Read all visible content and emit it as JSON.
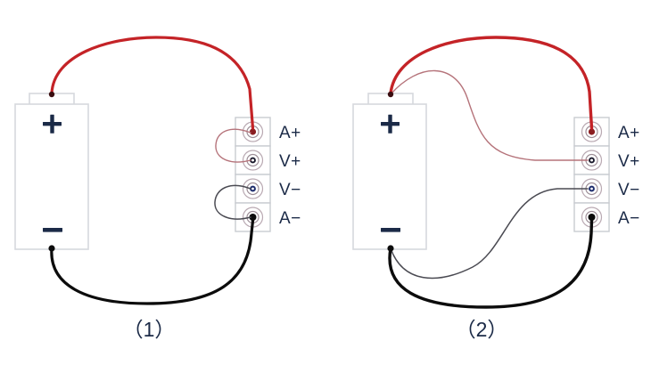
{
  "figure": {
    "title": "Battery to 4-terminal block wiring diagrams",
    "background_color": "#ffffff",
    "colors": {
      "wire_red_thick": "#c42327",
      "wire_red_thin": "#b5737a",
      "wire_black_thick": "#0c0c0c",
      "wire_black_thin": "#4a4a52",
      "outline_gray": "#d6d9dd",
      "label_navy": "#1b2a47",
      "terminal_ring": "#b9a9b2"
    }
  },
  "panels": [
    {
      "id": "panel-1",
      "caption": "（1）",
      "battery": {
        "plus_label": "+",
        "minus_label": "−"
      },
      "terminal_block": {
        "terminals": [
          {
            "label": "A+",
            "dot_color": "#8a1d20"
          },
          {
            "label": "V+",
            "dot_color": "#1b2a47"
          },
          {
            "label": "V−",
            "dot_color": "#1b2a47"
          },
          {
            "label": "A−",
            "dot_color": "#0c0c0c"
          }
        ]
      },
      "wires": [
        {
          "name": "battery-plus-to-a-plus",
          "color": "#c42327",
          "width": 3.2,
          "from": "battery +",
          "to": "A+"
        },
        {
          "name": "jumper-a-plus-to-v-plus",
          "color": "#b5737a",
          "width": 1.3,
          "from": "A+",
          "to": "V+"
        },
        {
          "name": "jumper-v-minus-to-a-minus",
          "color": "#4a4a52",
          "width": 1.3,
          "from": "V−",
          "to": "A−"
        },
        {
          "name": "battery-minus-to-a-minus",
          "color": "#0c0c0c",
          "width": 3.2,
          "from": "battery −",
          "to": "A−"
        }
      ]
    },
    {
      "id": "panel-2",
      "caption": "（2）",
      "battery": {
        "plus_label": "+",
        "minus_label": "−"
      },
      "terminal_block": {
        "terminals": [
          {
            "label": "A+",
            "dot_color": "#8a1d20"
          },
          {
            "label": "V+",
            "dot_color": "#1b2a47"
          },
          {
            "label": "V−",
            "dot_color": "#1b2a47"
          },
          {
            "label": "A−",
            "dot_color": "#0c0c0c"
          }
        ]
      },
      "wires": [
        {
          "name": "battery-plus-to-a-plus",
          "color": "#c42327",
          "width": 3.2,
          "from": "battery +",
          "to": "A+"
        },
        {
          "name": "battery-plus-to-v-plus",
          "color": "#b5737a",
          "width": 1.3,
          "from": "battery +",
          "to": "V+"
        },
        {
          "name": "battery-minus-to-v-minus",
          "color": "#4a4a52",
          "width": 1.3,
          "from": "battery −",
          "to": "V−"
        },
        {
          "name": "battery-minus-to-a-minus",
          "color": "#0c0c0c",
          "width": 3.2,
          "from": "battery −",
          "to": "A−"
        }
      ]
    }
  ]
}
